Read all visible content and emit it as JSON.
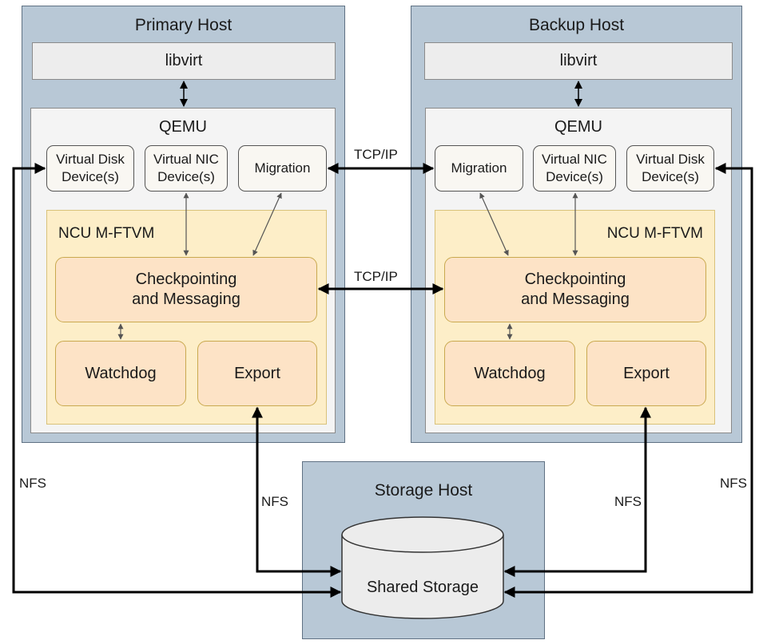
{
  "primary": {
    "title": "Primary Host",
    "libvirt": "libvirt",
    "qemu": "QEMU",
    "virtual_disk": "Virtual Disk\nDevice(s)",
    "virtual_nic": "Virtual NIC\nDevice(s)",
    "migration": "Migration",
    "ncu": "NCU M-FTVM",
    "checkpointing": "Checkpointing\nand Messaging",
    "watchdog": "Watchdog",
    "export": "Export"
  },
  "backup": {
    "title": "Backup Host",
    "libvirt": "libvirt",
    "qemu": "QEMU",
    "migration": "Migration",
    "virtual_nic": "Virtual NIC\nDevice(s)",
    "virtual_disk": "Virtual Disk\nDevice(s)",
    "ncu": "NCU M-FTVM",
    "checkpointing": "Checkpointing\nand Messaging",
    "watchdog": "Watchdog",
    "export": "Export"
  },
  "storage": {
    "title": "Storage Host",
    "shared_storage": "Shared Storage"
  },
  "links": {
    "tcp_migration": "TCP/IP",
    "tcp_checkpoint": "TCP/IP",
    "nfs_left_outer": "NFS",
    "nfs_left_inner": "NFS",
    "nfs_right_inner": "NFS",
    "nfs_right_outer": "NFS"
  }
}
